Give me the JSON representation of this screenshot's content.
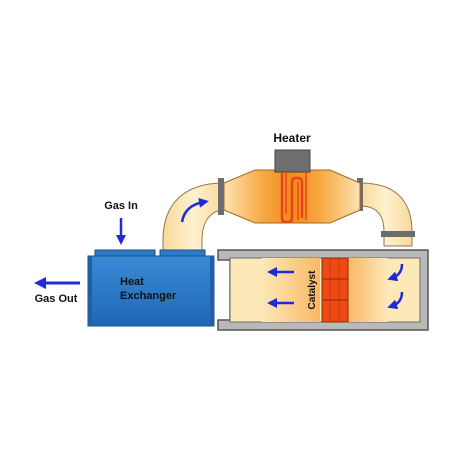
{
  "labels": {
    "heater": "Heater",
    "gas_in": "Gas In",
    "gas_out": "Gas Out",
    "heat_exchanger_line1": "Heat",
    "heat_exchanger_line2": "Exchanger",
    "catalyst": "Catalyst"
  },
  "colors": {
    "pipe_fill": "#fbe1a6",
    "chamber_fill": "#fde8b8",
    "heater_orange": "#f5a23a",
    "heater_hot": "#f7941d",
    "coil": "#e7431c",
    "catalyst_block": "#ef4a16",
    "exchanger_blue": "#2c7bc7",
    "arrow_blue": "#1f2bd6",
    "outline": "#555555",
    "text": "#111111"
  }
}
